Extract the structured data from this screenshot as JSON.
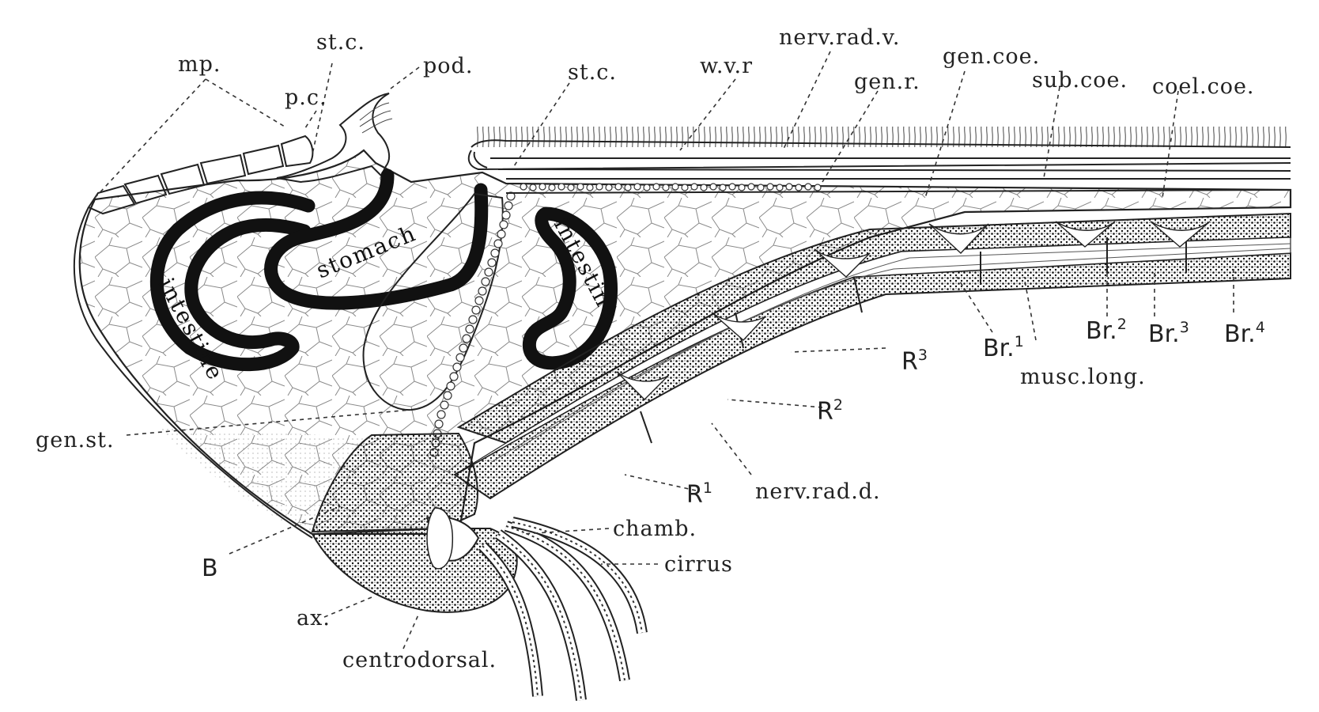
{
  "labels": {
    "mp": "mp.",
    "st_c_top": "st.c.",
    "p_c": "p.c.",
    "pod": "pod.",
    "st_c_mid": "st.c.",
    "w_v_r": "w.v.r",
    "nerv_rad_v": "nerv.rad.v.",
    "gen_r": "gen.r.",
    "gen_coe": "gen.coe.",
    "sub_coe": "sub.coe.",
    "coel_coe": "coel.coe.",
    "stomach": "stomach",
    "intestine_left": "intestine",
    "intestine_right": "intestine",
    "gen_st": "gen.st.",
    "R3": "R",
    "R3_sup": "3",
    "R2": "R",
    "R2_sup": "2",
    "R1": "R",
    "R1_sup": "1",
    "Br1": "Br.",
    "Br1_sup": "1",
    "Br2": "Br.",
    "Br2_sup": "2",
    "Br3": "Br.",
    "Br3_sup": "3",
    "Br4": "Br.",
    "Br4_sup": "4",
    "musc_long": "musc.long.",
    "nerv_rad_d": "nerv.rad.d.",
    "chamb": "chamb.",
    "cirrus": "cirrus",
    "B": "B",
    "ax": "ax.",
    "centrodorsal": "centrodorsal."
  },
  "colors": {
    "ink": "#222222",
    "background": "#ffffff"
  }
}
